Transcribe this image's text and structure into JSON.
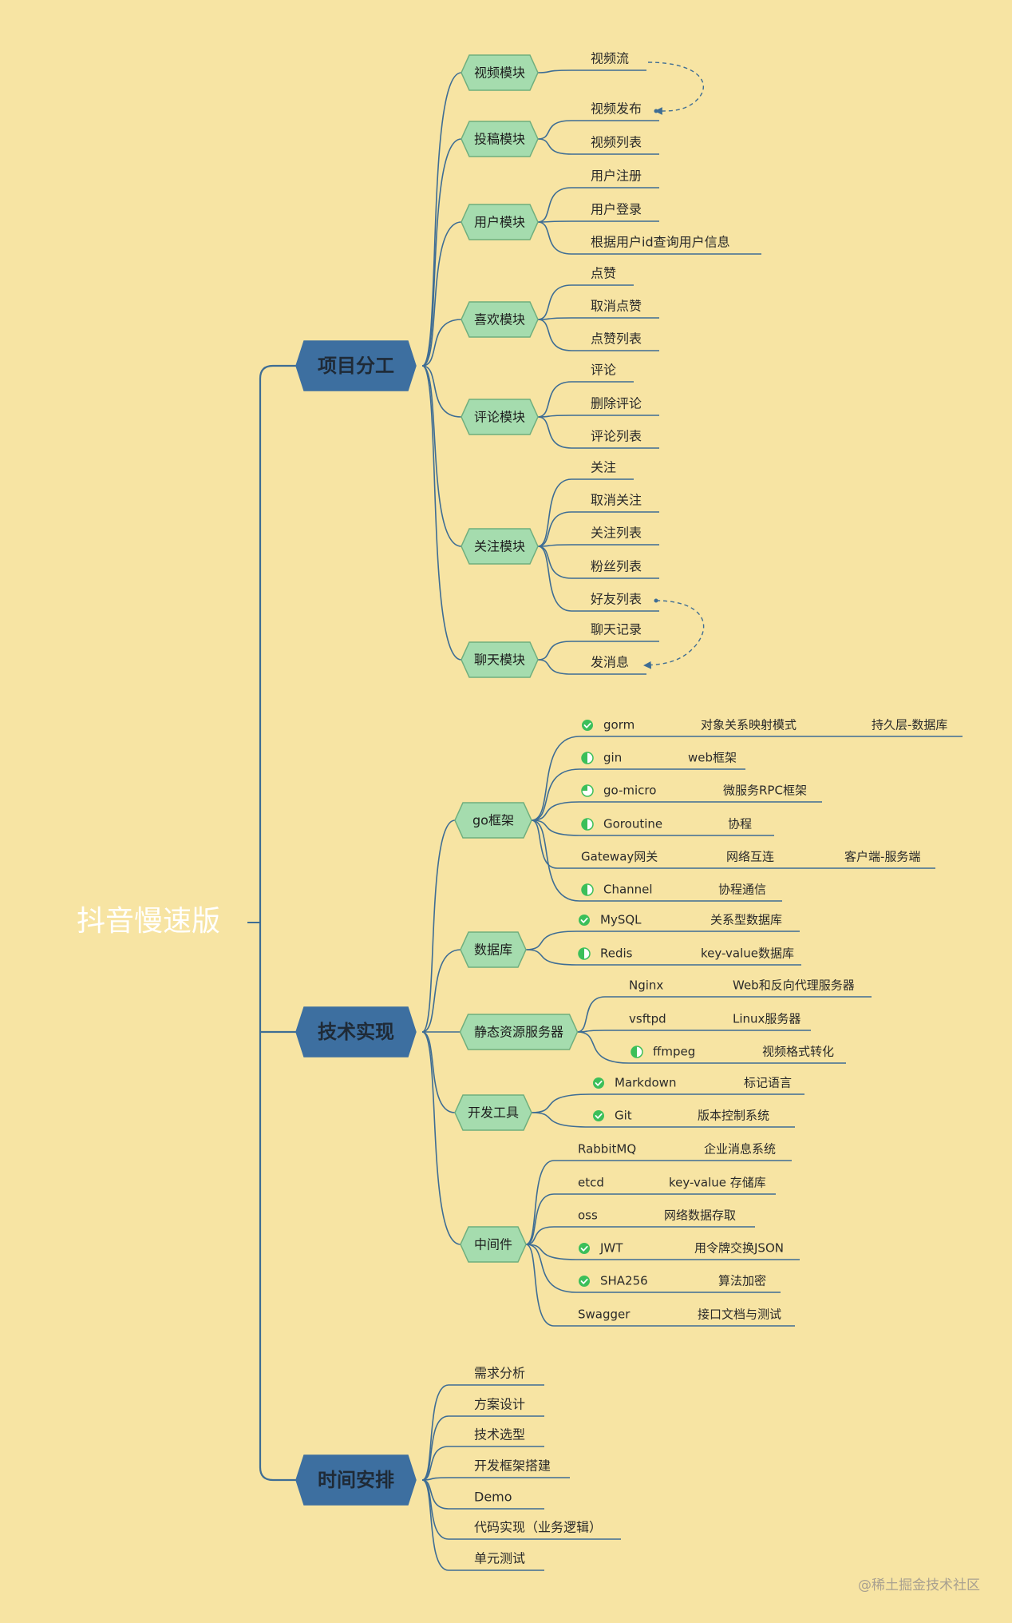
{
  "root": "抖音慢速版",
  "watermark": "@稀土掘金技术社区",
  "colors": {
    "background": "#f7e4a3",
    "line": "#3e6d94",
    "main_fill": "#3d6fa0",
    "module_fill": "#a5dcae",
    "module_stroke": "#6fae7d",
    "check": "#3bbf5a",
    "progress": "#3bbf5a"
  },
  "sections": [
    {
      "label": "项目分工",
      "modules": [
        {
          "label": "视频模块",
          "items": [
            {
              "cols": [
                "视频流"
              ]
            }
          ]
        },
        {
          "label": "投稿模块",
          "items": [
            {
              "cols": [
                "视频发布"
              ]
            },
            {
              "cols": [
                "视频列表"
              ]
            }
          ]
        },
        {
          "label": "用户模块",
          "items": [
            {
              "cols": [
                "用户注册"
              ]
            },
            {
              "cols": [
                "用户登录"
              ]
            },
            {
              "cols": [
                "根据用户id查询用户信息"
              ]
            }
          ]
        },
        {
          "label": "喜欢模块",
          "items": [
            {
              "cols": [
                "点赞"
              ]
            },
            {
              "cols": [
                "取消点赞"
              ]
            },
            {
              "cols": [
                "点赞列表"
              ]
            }
          ]
        },
        {
          "label": "评论模块",
          "items": [
            {
              "cols": [
                "评论"
              ]
            },
            {
              "cols": [
                "删除评论"
              ]
            },
            {
              "cols": [
                "评论列表"
              ]
            }
          ]
        },
        {
          "label": "关注模块",
          "items": [
            {
              "cols": [
                "关注"
              ]
            },
            {
              "cols": [
                "取消关注"
              ]
            },
            {
              "cols": [
                "关注列表"
              ]
            },
            {
              "cols": [
                "粉丝列表"
              ]
            },
            {
              "cols": [
                "好友列表"
              ]
            }
          ]
        },
        {
          "label": "聊天模块",
          "items": [
            {
              "cols": [
                "聊天记录"
              ]
            },
            {
              "cols": [
                "发消息"
              ]
            }
          ]
        }
      ]
    },
    {
      "label": "技术实现",
      "modules": [
        {
          "label": "go框架",
          "items": [
            {
              "status": "check",
              "cols": [
                "gorm",
                "对象关系映射模式",
                "持久层-数据库"
              ]
            },
            {
              "status": "half",
              "cols": [
                "gin",
                "web框架"
              ]
            },
            {
              "status": "quarter",
              "cols": [
                "go-micro",
                "微服务RPC框架"
              ]
            },
            {
              "status": "half",
              "cols": [
                "Goroutine",
                "协程"
              ]
            },
            {
              "cols": [
                "Gateway网关",
                "网络互连",
                "客户端-服务端"
              ]
            },
            {
              "status": "half",
              "cols": [
                "Channel",
                "协程通信"
              ]
            }
          ]
        },
        {
          "label": "数据库",
          "items": [
            {
              "status": "check",
              "cols": [
                "MySQL",
                "关系型数据库"
              ]
            },
            {
              "status": "half",
              "cols": [
                "Redis",
                "key-value数据库"
              ]
            }
          ]
        },
        {
          "label": "静态资源服务器",
          "items": [
            {
              "cols": [
                "Nginx",
                "Web和反向代理服务器"
              ]
            },
            {
              "cols": [
                "vsftpd",
                "Linux服务器"
              ]
            },
            {
              "status": "half",
              "cols": [
                "ffmpeg",
                "视频格式转化"
              ]
            }
          ]
        },
        {
          "label": "开发工具",
          "items": [
            {
              "status": "check",
              "cols": [
                "Markdown",
                "标记语言"
              ]
            },
            {
              "status": "check",
              "cols": [
                "Git",
                "版本控制系统"
              ]
            }
          ]
        },
        {
          "label": "中间件",
          "items": [
            {
              "cols": [
                "RabbitMQ",
                "企业消息系统"
              ]
            },
            {
              "cols": [
                "etcd",
                "key-value 存储库"
              ]
            },
            {
              "cols": [
                "oss",
                "网络数据存取"
              ]
            },
            {
              "status": "check",
              "cols": [
                "JWT",
                "用令牌交换JSON"
              ]
            },
            {
              "status": "check",
              "cols": [
                "SHA256",
                "算法加密"
              ]
            },
            {
              "cols": [
                "Swagger",
                "接口文档与测试"
              ]
            }
          ]
        }
      ]
    },
    {
      "label": "时间安排",
      "items": [
        "需求分析",
        "方案设计",
        "技术选型",
        "开发框架搭建",
        "Demo",
        "代码实现（业务逻辑）",
        "单元测试"
      ]
    }
  ]
}
